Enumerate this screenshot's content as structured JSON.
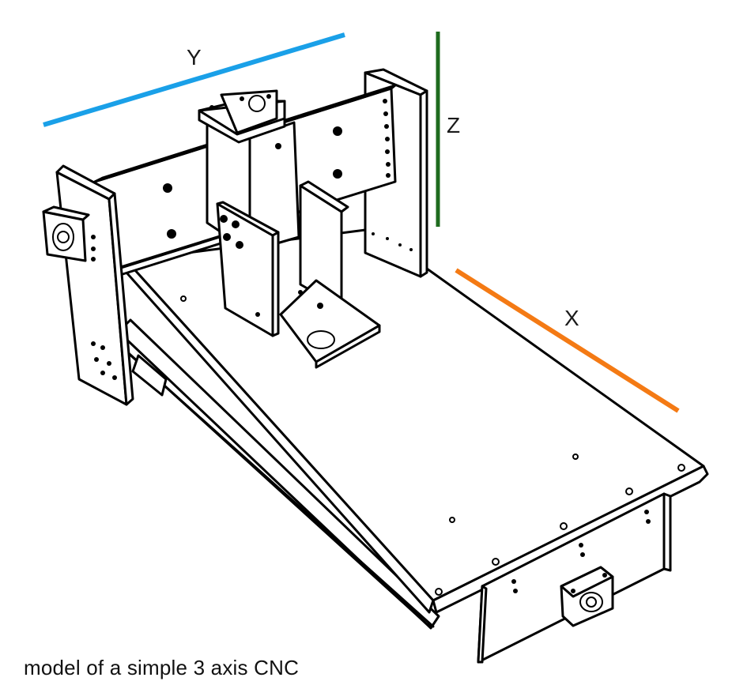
{
  "axes": {
    "y": {
      "label": "Y",
      "color": "#1aa0e8"
    },
    "z": {
      "label": "Z",
      "color": "#1e6b1e"
    },
    "x": {
      "label": "X",
      "color": "#f47a14"
    }
  },
  "caption": "model of a simple 3 axis CNC"
}
